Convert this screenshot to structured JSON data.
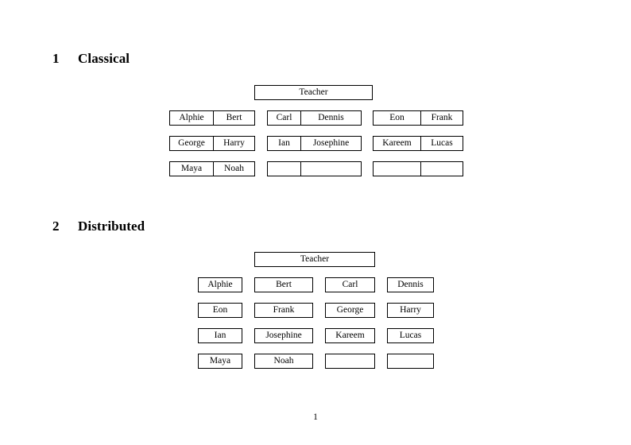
{
  "document": {
    "page_number": "1"
  },
  "sections": [
    {
      "number": "1",
      "title": "Classical",
      "teacher_label": "Teacher",
      "layout": "three-groups-of-two-columns",
      "groups": [
        {
          "rows": [
            [
              "Alphie",
              "Bert"
            ],
            [
              "George",
              "Harry"
            ],
            [
              "Maya",
              "Noah"
            ]
          ]
        },
        {
          "rows": [
            [
              "Carl",
              "Dennis"
            ],
            [
              "Ian",
              "Josephine"
            ],
            [
              "",
              ""
            ]
          ]
        },
        {
          "rows": [
            [
              "Eon",
              "Frank"
            ],
            [
              "Kareem",
              "Lucas"
            ],
            [
              "",
              ""
            ]
          ]
        }
      ]
    },
    {
      "number": "2",
      "title": "Distributed",
      "teacher_label": "Teacher",
      "layout": "four-columns-of-single-boxes",
      "rows": [
        [
          "Alphie",
          "Bert",
          "Carl",
          "Dennis"
        ],
        [
          "Eon",
          "Frank",
          "George",
          "Harry"
        ],
        [
          "Ian",
          "Josephine",
          "Kareem",
          "Lucas"
        ],
        [
          "Maya",
          "Noah",
          "",
          ""
        ]
      ]
    }
  ],
  "colors": {
    "page_background": "#ffffff",
    "text": "#000000",
    "border": "#000000"
  }
}
